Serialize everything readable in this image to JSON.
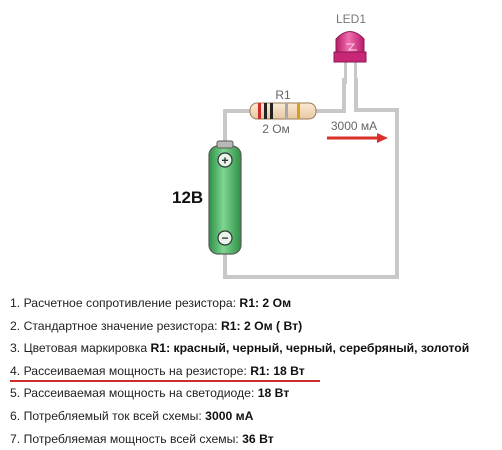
{
  "circuit": {
    "led_label": "LED1",
    "resistor_name": "R1",
    "resistor_value": "2 Ом",
    "current_label": "3000 мА",
    "battery_voltage": "12В",
    "colors": {
      "wire": "#c8c8c8",
      "led": "#e0338a",
      "battery": "#4fbd6a",
      "arrow": "#d9302a",
      "underline": "#cc2d2d"
    }
  },
  "results": [
    {
      "num": "1.",
      "text": "Расчетное сопротивление резистора: ",
      "bold": "R1: 2 Ом"
    },
    {
      "num": "2.",
      "text": "Стандартное значение резистора: ",
      "bold": "R1: 2 Ом ( Вт)"
    },
    {
      "num": "3.",
      "text": "Цветовая маркировка ",
      "bold": "R1: красный, черный, черный, серебряный, золотой"
    },
    {
      "num": "4.",
      "text": "Рассеиваемая мощность на резисторе: ",
      "bold": "R1: 18 Вт"
    },
    {
      "num": "5.",
      "text": "Рассеиваемая мощность на светодиоде: ",
      "bold": "18 Вт"
    },
    {
      "num": "6.",
      "text": "Потребляемый ток всей схемы: ",
      "bold": "3000 мА"
    },
    {
      "num": "7.",
      "text": "Потребляемая мощность всей схемы: ",
      "bold": "36 Вт"
    }
  ]
}
